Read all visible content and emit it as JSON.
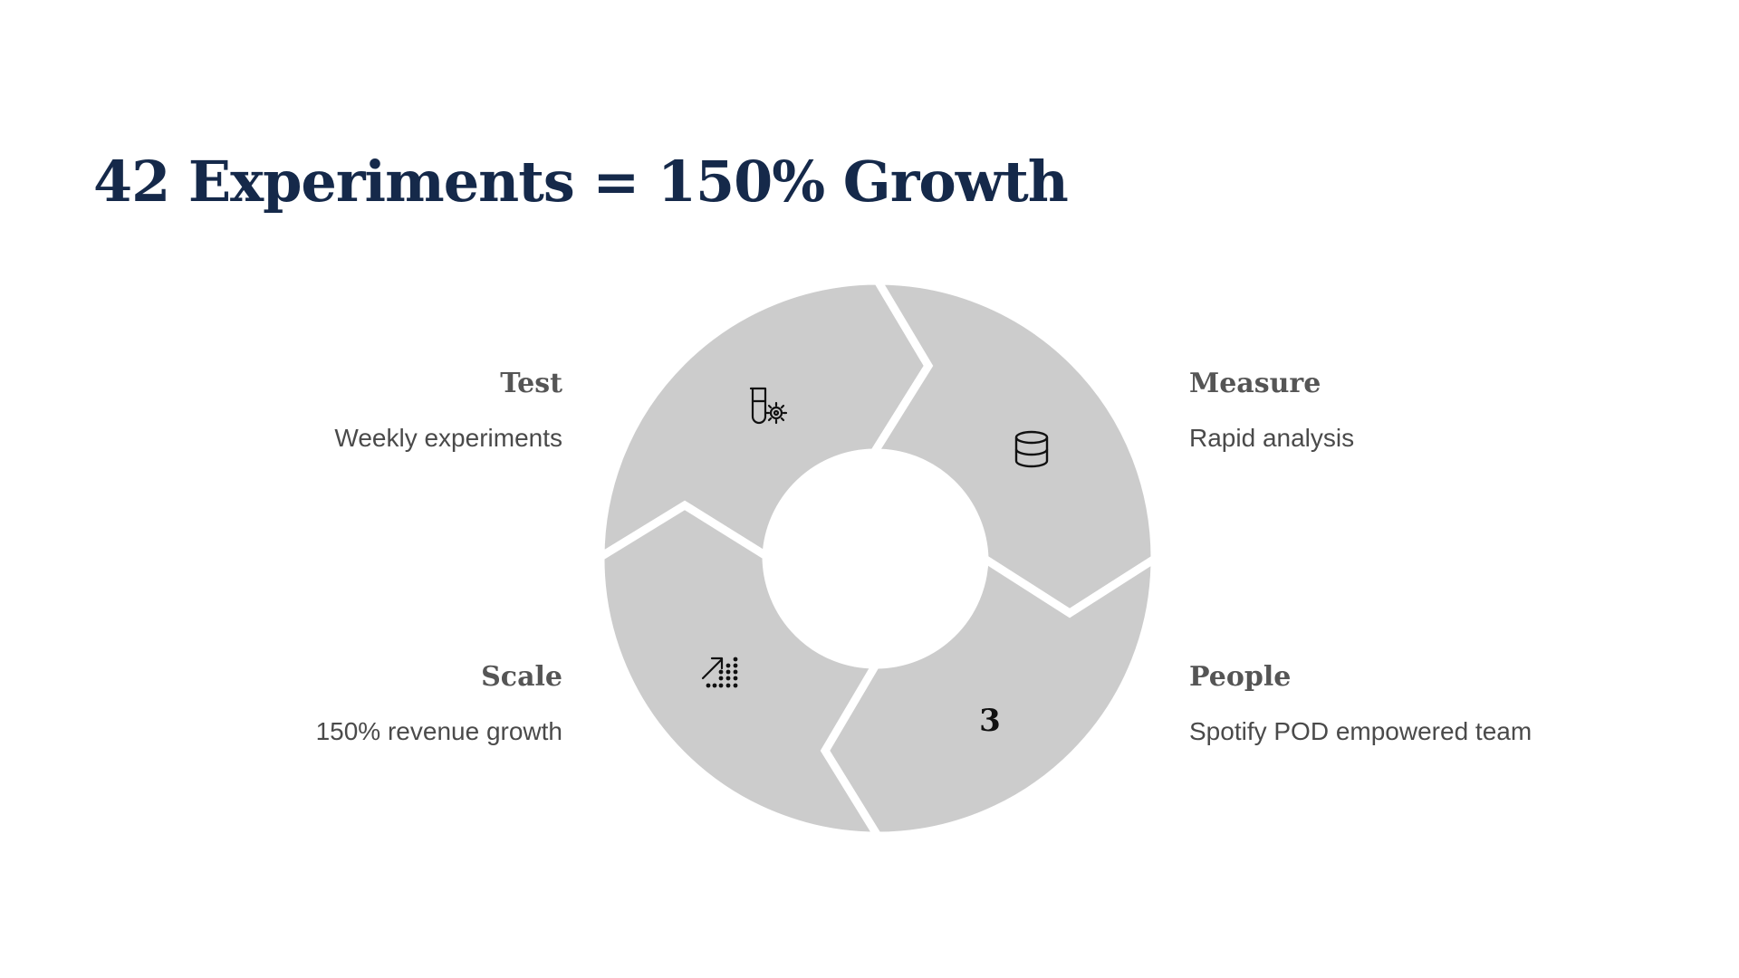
{
  "title": "42 Experiments = 150% Growth",
  "colors": {
    "title": "#15294a",
    "segment_fill": "#cccccc",
    "label": "#555555",
    "description": "#4a4a4a",
    "background": "#ffffff"
  },
  "cycle": {
    "test": {
      "label": "Test",
      "description": "Weekly experiments",
      "icon": "test-tube-gear-icon"
    },
    "measure": {
      "label": "Measure",
      "description": "Rapid analysis",
      "icon": "database-icon"
    },
    "people": {
      "label": "People",
      "description": "Spotify POD empowered team",
      "marker": "3"
    },
    "scale": {
      "label": "Scale",
      "description": "150% revenue growth",
      "icon": "growth-arrow-dots-icon"
    }
  }
}
